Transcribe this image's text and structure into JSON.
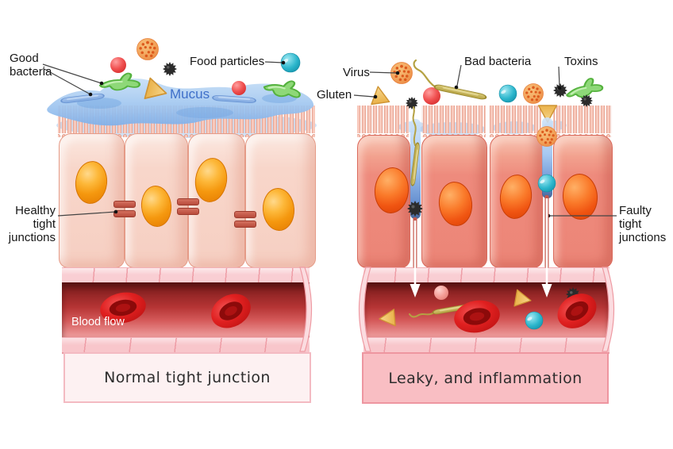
{
  "left_panel": {
    "caption": "Normal tight junction",
    "labels": {
      "good_bacteria": "Good\nbacteria",
      "food_particles": "Food particles",
      "mucus": "Mucus",
      "healthy_tight_junctions": "Healthy\ntight\njunctions",
      "blood_flow": "Blood flow"
    }
  },
  "right_panel": {
    "caption": "Leaky, and inflammation",
    "labels": {
      "virus": "Virus",
      "gluten": "Gluten",
      "bad_bacteria": "Bad bacteria",
      "toxins": "Toxins",
      "faulty_tight_junctions": "Faulty\ntight\njunctions"
    }
  },
  "icons": {
    "virus": "orange spiky sphere",
    "toxin": "black spiky particle",
    "gluten": "yellow-tan triangle",
    "food_particle": "teal sphere",
    "good_bacteria_green": "green branched rod",
    "good_bacteria_blue": "blue rod",
    "bad_bacteria": "olive flagellated rod",
    "red_blood_cell": "red biconcave disc",
    "leak_arrow": "white downward arrow"
  },
  "colors": {
    "mucus_text": "#3e6fc9",
    "mucus_layer": "#9dc4ef",
    "cell_left": "#f8d6ca",
    "cell_right": "#ee8b7d",
    "nucleus_left": "#f5980f",
    "nucleus_right": "#f05512",
    "tight_junction": "#b84b3c",
    "good_bacteria_green": "#8ed878",
    "good_bacteria_blue": "#8ab2e6",
    "bad_bacteria_olive": "#c3b052",
    "virus_orange": "#f2a45c",
    "toxin_black": "#2b2b2b",
    "food_particle_teal": "#1baac4",
    "gluten_yellow": "#f0c46a",
    "vessel_wall_pink": "#f9ced3",
    "blood_dark": "#741c1c",
    "blood_light": "#eb9595",
    "caption_left_bg": "#fdf1f2",
    "caption_right_bg": "#f9bec3"
  }
}
